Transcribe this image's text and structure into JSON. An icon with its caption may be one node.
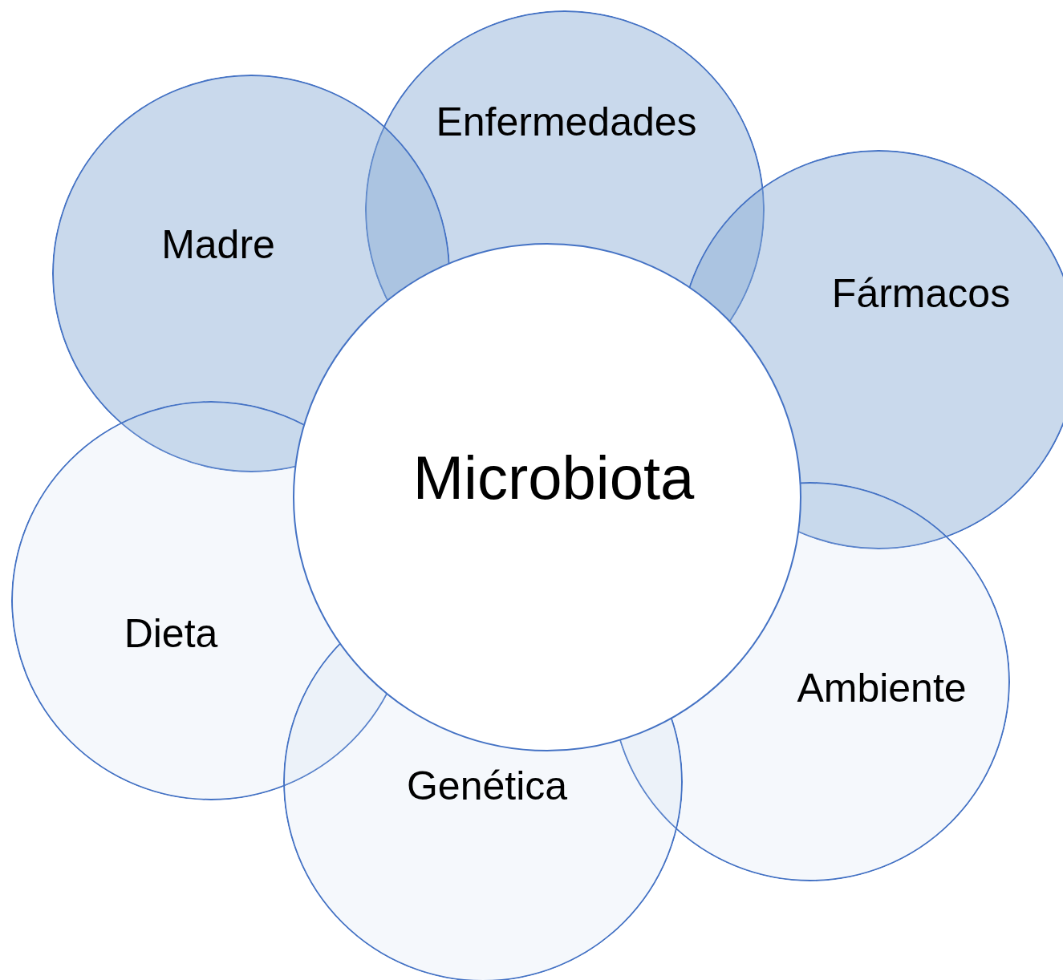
{
  "diagram": {
    "nodes": [
      {
        "text": [
          "Enfermedades"
        ]
      },
      {
        "text": [
          "Madre"
        ]
      },
      {
        "text": [
          "Fármacos"
        ]
      },
      {
        "text": [
          "Microbiota"
        ]
      },
      {
        "text": [
          "Dieta"
        ]
      },
      {
        "text": [
          "Ambiente"
        ]
      },
      {
        "text": [
          "Genética"
        ]
      }
    ]
  }
}
